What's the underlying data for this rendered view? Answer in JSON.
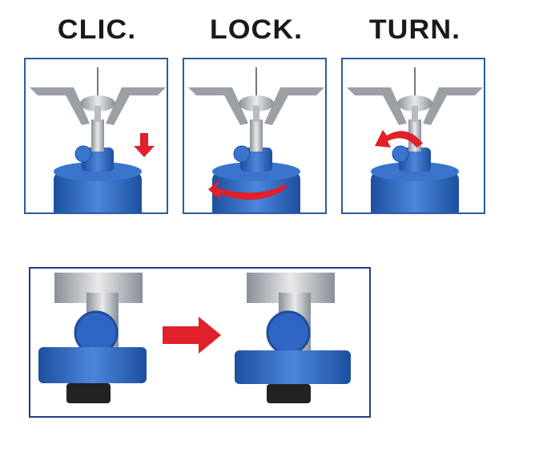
{
  "steps": [
    {
      "label": "CLIC."
    },
    {
      "label": "LOCK."
    },
    {
      "label": "TURN."
    }
  ],
  "colors": {
    "frame": "#2b5aa8",
    "cartridge": "#2f66c4",
    "arrow": "#e0202a"
  }
}
